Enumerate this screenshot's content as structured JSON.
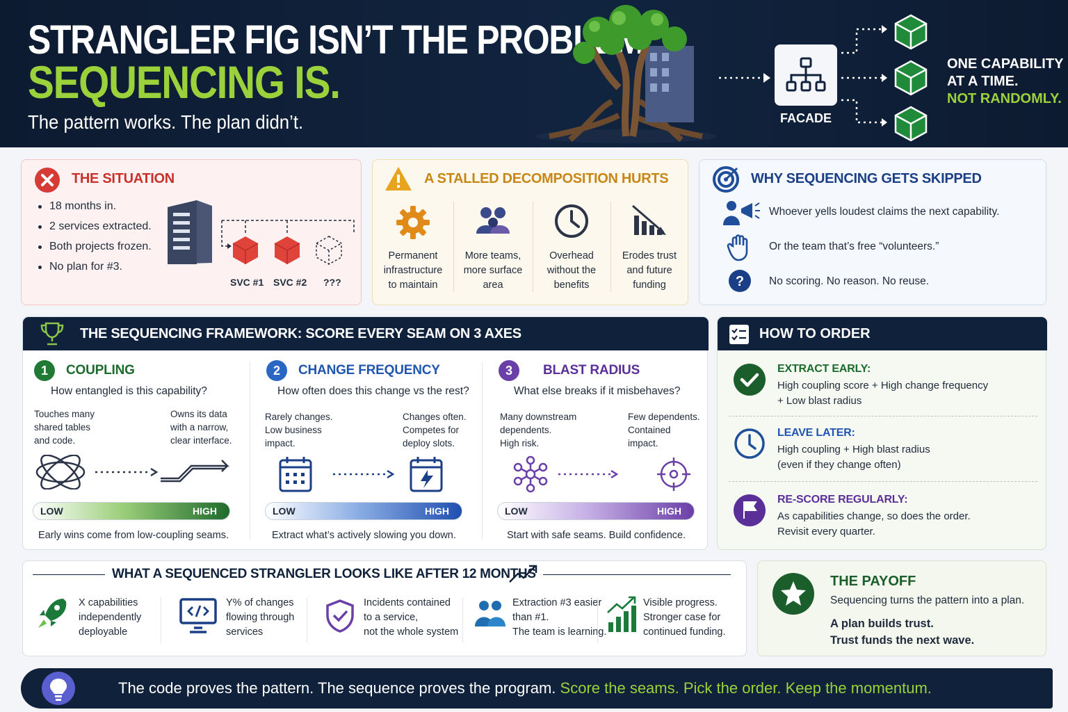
{
  "header": {
    "title_line1": "STRANGLER FIG ISN’T THE PROBLEM.",
    "title_line2": "SEQUENCING IS.",
    "subtitle": "The pattern works. The plan didn’t.",
    "facade_label": "FACADE",
    "tagline_line1": "ONE CAPABILITY",
    "tagline_line2": "AT A TIME.",
    "tagline_line3": "NOT RANDOMLY."
  },
  "situation": {
    "title": "THE SITUATION",
    "bullets": [
      "18 months in.",
      "2 services extracted.",
      "Both projects frozen.",
      "No plan for #3."
    ],
    "svc1": "SVC #1",
    "svc2": "SVC #2",
    "svc3": "???"
  },
  "stalled": {
    "title": "A STALLED DECOMPOSITION HURTS",
    "items": [
      {
        "l1": "Permanent",
        "l2": "infrastructure",
        "l3": "to maintain"
      },
      {
        "l1": "More teams,",
        "l2": "more surface",
        "l3": "area"
      },
      {
        "l1": "Overhead",
        "l2": "without the",
        "l3": "benefits"
      },
      {
        "l1": "Erodes trust",
        "l2": "and future",
        "l3": "funding"
      }
    ]
  },
  "why": {
    "title": "WHY SEQUENCING GETS SKIPPED",
    "rows": [
      "Whoever yells loudest claims the next capability.",
      "Or the team that’s free “volunteers.”",
      "No scoring. No reason. No reuse."
    ]
  },
  "framework": {
    "title": "THE SEQUENCING FRAMEWORK: SCORE EVERY SEAM ON 3 AXES",
    "columns": [
      {
        "num": "1",
        "title": "COUPLING",
        "question": "How entangled is this capability?",
        "left": [
          "Touches many",
          "shared tables",
          "and code."
        ],
        "right": [
          "Owns its data",
          "with a narrow,",
          "clear interface."
        ],
        "low": "LOW",
        "high": "HIGH",
        "footer": "Early wins come from low-coupling seams."
      },
      {
        "num": "2",
        "title": "CHANGE FREQUENCY",
        "question": "How often does this change vs the rest?",
        "left": [
          "Rarely changes.",
          "Low business",
          "impact."
        ],
        "right": [
          "Changes often.",
          "Competes for",
          "deploy slots."
        ],
        "low": "LOW",
        "high": "HIGH",
        "footer": "Extract what’s actively slowing you down."
      },
      {
        "num": "3",
        "title": "BLAST RADIUS",
        "question": "What else breaks if it misbehaves?",
        "left": [
          "Many downstream",
          "dependents.",
          "High risk."
        ],
        "right": [
          "Few dependents.",
          "Contained",
          "impact."
        ],
        "low": "LOW",
        "high": "HIGH",
        "footer": "Start with safe seams. Build confidence."
      }
    ]
  },
  "how": {
    "title": "HOW TO ORDER",
    "items": [
      {
        "title": "EXTRACT EARLY:",
        "l1": "High coupling score + High change frequency",
        "l2": "+ Low blast radius"
      },
      {
        "title": "LEAVE LATER:",
        "l1": "High coupling + High blast radius",
        "l2": "(even if they change often)"
      },
      {
        "title": "RE-SCORE REGULARLY:",
        "l1": "As capabilities change, so does the order.",
        "l2": "Revisit every quarter."
      }
    ]
  },
  "months": {
    "title": "WHAT A SEQUENCED STRANGLER LOOKS LIKE AFTER 12 MONTHS",
    "items": [
      {
        "l1": "X capabilities",
        "l2": "independently",
        "l3": "deployable"
      },
      {
        "l1": "Y% of changes",
        "l2": "flowing through",
        "l3": "services"
      },
      {
        "l1": "Incidents contained",
        "l2": "to a service,",
        "l3": "not the whole system"
      },
      {
        "l1": "Extraction #3 easier",
        "l2": "than #1.",
        "l3": "The team is learning."
      },
      {
        "l1": "Visible progress.",
        "l2": "Stronger case for",
        "l3": "continued funding."
      }
    ]
  },
  "payoff": {
    "title": "THE PAYOFF",
    "sub": "Sequencing turns the pattern into a plan.",
    "b1": "A plan builds trust.",
    "b2": "Trust funds the next wave."
  },
  "banner": {
    "white": "The code proves the pattern. The sequence proves the program.",
    "green": " Score the seams. Pick the order. Keep the momentum."
  },
  "colors": {
    "navy": "#0f213b",
    "green": "#9bd13b",
    "red": "#d63b35",
    "amber": "#e0a020",
    "blue": "#1f4f9a",
    "purple": "#6a3fa8",
    "darkgreen": "#1b5e2b"
  }
}
